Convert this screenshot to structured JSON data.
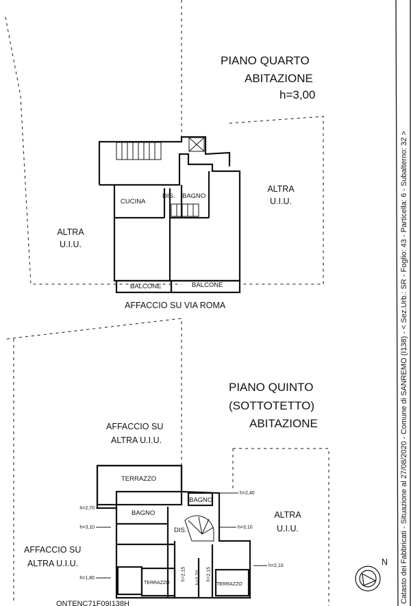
{
  "sheet_side_caption": "Catasto dei Fabbricati - Situazione al 27/08/2020 - Comune di SANREMO (I138) - < Sez.Urb.: SR - Foglio: 43 - Particella: 6 - Subalterno: 32 >",
  "bottom_code": "ONTENC71F09I138H",
  "north_label": "N",
  "upper_floor": {
    "title": [
      "PIANO QUARTO",
      "ABITAZIONE",
      "h=3,00"
    ],
    "left_label": [
      "ALTRA",
      "U.I.U."
    ],
    "right_label": [
      "ALTRA",
      "U.I.U."
    ],
    "rooms": {
      "kitchen": "CUCINA",
      "hall": "DIS.",
      "bathroom": "BAGNO",
      "balcony_left": "BALCONE",
      "balcony_right": "BALCONE"
    },
    "street_caption": "AFFACCIO SU VIA ROMA"
  },
  "lower_floor": {
    "title": [
      "PIANO QUINTO",
      "(SOTTOTETTO)",
      "ABITAZIONE"
    ],
    "top_left_label": [
      "AFFACCIO SU",
      "ALTRA U.I.U."
    ],
    "bottom_left_label": [
      "AFFACCIO SU",
      "ALTRA U.I.U."
    ],
    "right_label": [
      "ALTRA",
      "U.I.U."
    ],
    "rooms": {
      "terrace_top": "TERRAZZO",
      "bathroom_left": "BAGNO",
      "bathroom_right": "BAGNO",
      "hall": "DIS.",
      "terrace_bottom_left": "TERRAZZO",
      "terrace_bottom_right": "TERRAZZO"
    },
    "heights": {
      "h1": "h=2,70",
      "h2": "h=3,10",
      "h3": "h=1,80",
      "h4": "h=2,40",
      "h5": "h=3,10",
      "h6": "h=2,10",
      "v1": "h=2,15",
      "v2": "h=2,70",
      "v3": "h=2,15"
    }
  }
}
